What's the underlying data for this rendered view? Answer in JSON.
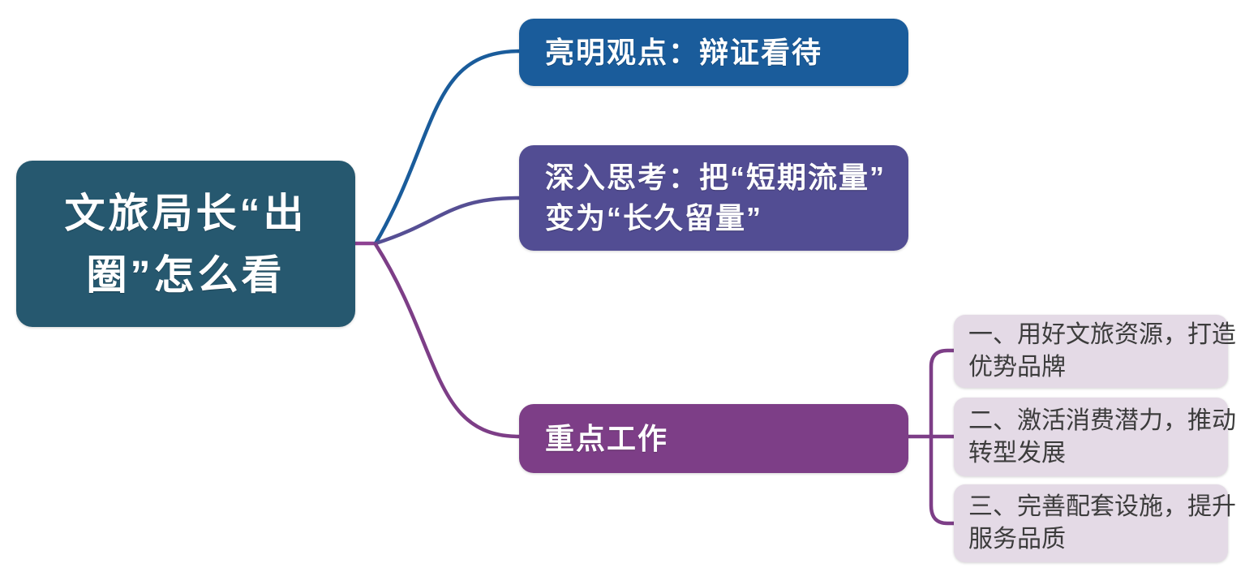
{
  "diagram": {
    "type": "mindmap",
    "title": "文旅局长“出圈”怎么看"
  },
  "root": {
    "lines": [
      "文旅局长“出",
      "圈”怎么看"
    ],
    "full_text": "文旅局长“出圈”怎么看"
  },
  "branches": [
    {
      "id": "viewpoint",
      "lines": [
        "亮明观点：辩证看待"
      ],
      "full_text": "亮明观点：辩证看待"
    },
    {
      "id": "deep-thinking",
      "lines": [
        "深入思考：把“短期流量”",
        "变为“长久留量”"
      ],
      "full_text": "深入思考：把“短期流量”变为“长久留量”"
    },
    {
      "id": "key-work",
      "lines": [
        "重点工作"
      ],
      "full_text": "重点工作"
    }
  ],
  "leaves": [
    {
      "id": "key-work-1",
      "lines": [
        "一、用好文旅资源，打造",
        "优势品牌"
      ],
      "full_text": "一、用好文旅资源，打造优势品牌"
    },
    {
      "id": "key-work-2",
      "lines": [
        "二、激活消费潜力，推动",
        "转型发展"
      ],
      "full_text": "二、激活消费潜力，推动转型发展"
    },
    {
      "id": "key-work-3",
      "lines": [
        "三、完善配套设施，提升",
        "服务品质"
      ],
      "full_text": "三、完善配套设施，提升服务品质"
    }
  ],
  "colors": {
    "canvas_bg": "#FFFFFF",
    "root_bg": "#26586F",
    "branch1_bg": "#1A5C9B",
    "branch2_bg": "#524D93",
    "branch3_bg": "#7D3E87",
    "leaf_bg": "#E4DAE6",
    "node_text": "#FFFFFF",
    "leaf_text": "#3C3C3C",
    "link_blue": "#1A5C9B",
    "link_slate": "#564F94",
    "link_magenta": "#7D3E87",
    "link_root_stub": "#8E4192"
  }
}
